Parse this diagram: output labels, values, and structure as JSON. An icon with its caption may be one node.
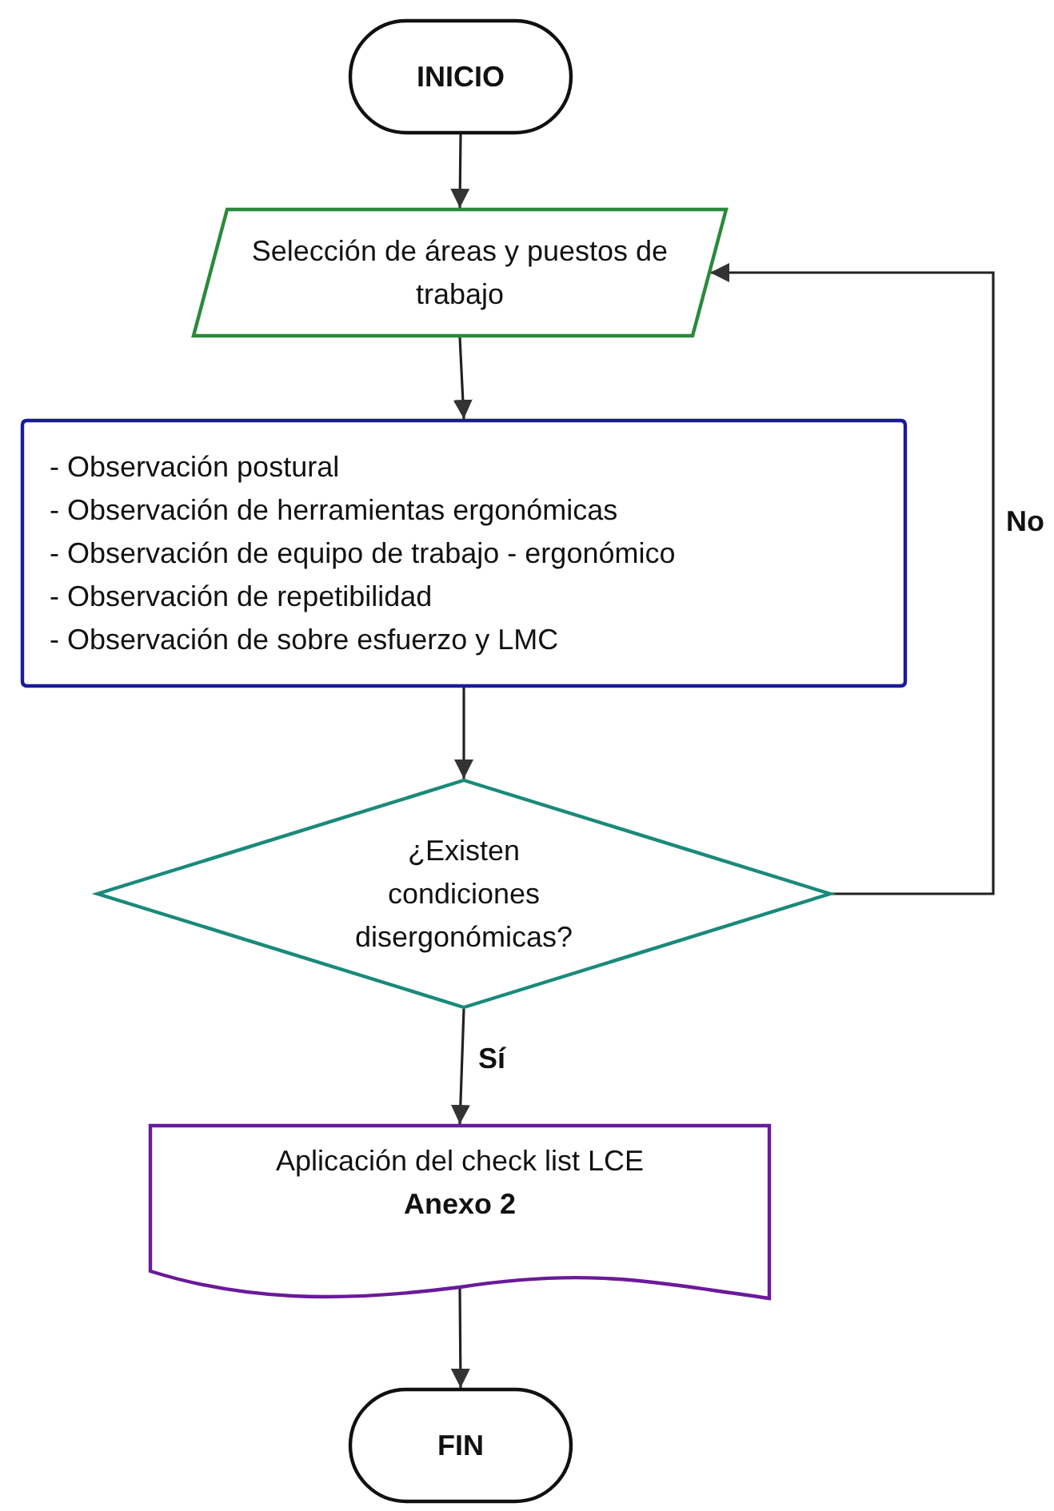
{
  "diagram": {
    "nodes": [
      {
        "text": [
          "INICIO"
        ]
      },
      {
        "text": [
          "Selección de áreas y puestos de trabajo"
        ]
      },
      {
        "text": [
          "- Observación postural",
          "- Observación de herramientas ergonómicas",
          "- Observación de equipo de trabajo - ergonómico",
          "- Observación de repetibilidad",
          "- Observación de sobre esfuerzo y LMC"
        ]
      },
      {
        "text": [
          "¿Existen condiciones disergonómicas?"
        ]
      },
      {
        "text": [
          "Aplicación del check list LCE **Anexo 2**"
        ]
      },
      {
        "text": [
          "FIN"
        ]
      }
    ],
    "edges": [
      {
        "from": 0,
        "to": 1,
        "arrow": "to"
      },
      {
        "from": 1,
        "to": 2,
        "arrow": "to"
      },
      {
        "from": 2,
        "to": 3,
        "arrow": "to"
      },
      {
        "from": 3,
        "to": 4,
        "arrow": "to",
        "label": "Sí"
      },
      {
        "from": 4,
        "to": 5,
        "arrow": "to"
      },
      {
        "from": 3,
        "to": 1,
        "arrow": "to",
        "label": "No"
      }
    ]
  }
}
